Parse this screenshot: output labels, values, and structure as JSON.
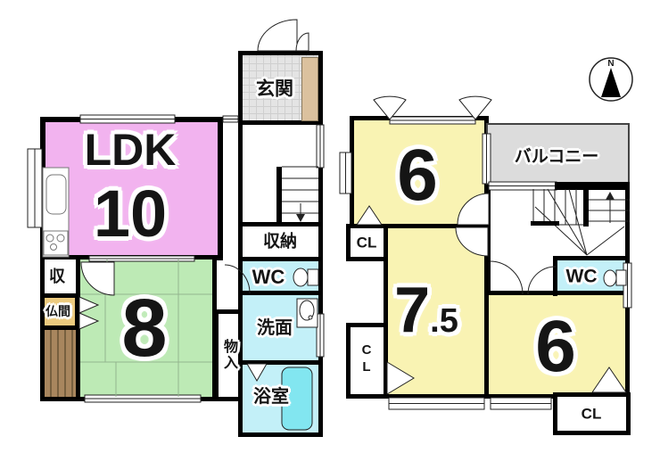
{
  "compass": {
    "north": "N"
  },
  "floor1": {
    "ldk_label": "LDK",
    "ldk_size": "10",
    "genkan": "玄関",
    "shunou": "収納",
    "wc": "WC",
    "senmen": "洗面",
    "yokushitsu": "浴室",
    "monoire": "物入",
    "storage_short": "収",
    "butsuma": "仏間",
    "washitsu_size": "8"
  },
  "floor2": {
    "room_north_size": "6",
    "balcony": "バルコニー",
    "cl_north": "CL",
    "room_west_size_int": "7",
    "room_west_size_frac": ".5",
    "cl_west": "CL",
    "wc": "WC",
    "room_south_size": "6",
    "cl_south": "CL"
  },
  "colors": {
    "ldk_pink": "#f2b3ef",
    "tatami_green": "#bdeab5",
    "room_yellow": "#f9f3b3",
    "wet_cyan": "#c3f0f8",
    "tub_cyan": "#82e6f0",
    "balcony_gray": "#dcdcdc",
    "butsuma_tan": "#ecca7e",
    "veranda_brown": "#a8865e",
    "wall_black": "#000000"
  }
}
